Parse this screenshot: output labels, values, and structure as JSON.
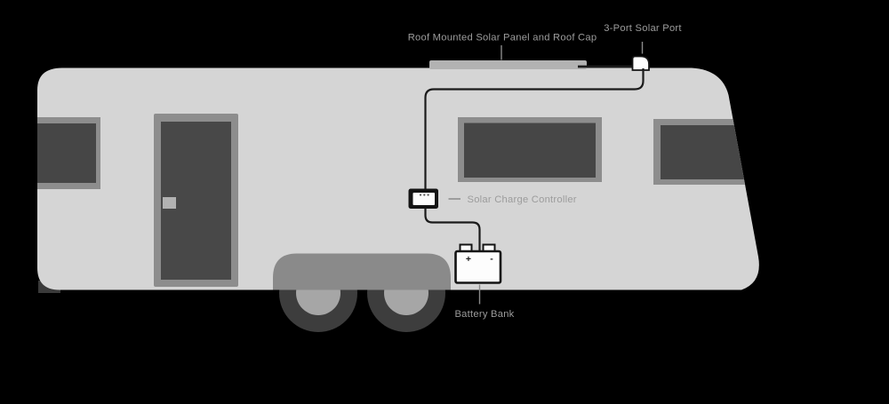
{
  "labels": {
    "roof_panel": "Roof Mounted Solar Panel and Roof Cap",
    "solar_port": "3-Port Solar Port",
    "charge_controller": "Solar Charge Controller",
    "battery_bank": "Battery Bank"
  },
  "battery": {
    "positive_symbol": "+",
    "negative_symbol": "-"
  },
  "colors": {
    "background": "#000000",
    "body": "#d5d5d5",
    "frame": "#8d8d8d",
    "glass": "#464646",
    "door": "#484848",
    "handle": "#b2b2b2",
    "fender": "#8a8a8a",
    "tire": "#3d3d3d",
    "hub": "#a6a6a6",
    "panel": "#b2b2b2",
    "step": "#3a3a3a",
    "wire": "#1b1b1b",
    "device_fill": "#fdfdfd",
    "device_stroke": "#141414",
    "dot": "#555555",
    "symbol": "#1a1a1a",
    "leader": "#8a8a8a",
    "label_text": "#9c9c9c"
  }
}
